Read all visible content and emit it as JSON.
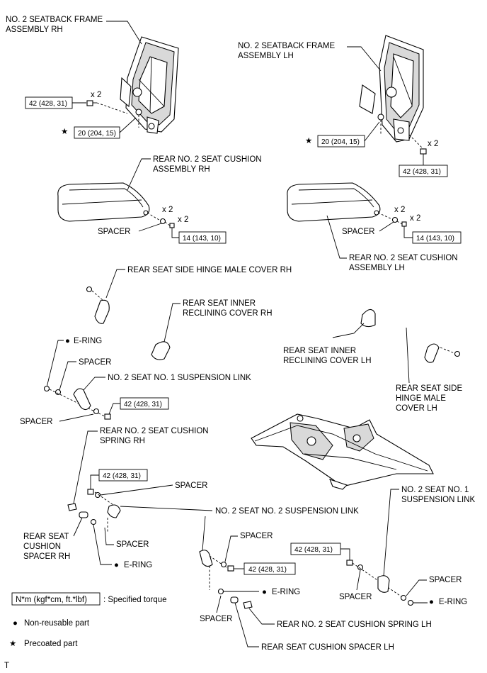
{
  "labels": {
    "seatback_rh": [
      "NO. 2 SEATBACK FRAME",
      "ASSEMBLY RH"
    ],
    "seatback_lh": [
      "NO. 2 SEATBACK FRAME",
      "ASSEMBLY LH"
    ],
    "cushion_rh": [
      "REAR NO. 2 SEAT CUSHION",
      "ASSEMBLY RH"
    ],
    "cushion_lh": [
      "REAR NO. 2 SEAT CUSHION",
      "ASSEMBLY LH"
    ],
    "hinge_male_cover_rh": "REAR SEAT SIDE HINGE MALE COVER RH",
    "inner_recl_cover_rh": [
      "REAR SEAT INNER",
      "RECLINING COVER RH"
    ],
    "inner_recl_cover_lh": [
      "REAR SEAT INNER",
      "RECLINING COVER LH"
    ],
    "hinge_male_cover_lh": [
      "REAR SEAT SIDE",
      "HINGE MALE",
      "COVER LH"
    ],
    "e_ring": "E-RING",
    "spacer": "SPACER",
    "susp_link_1": "NO. 2 SEAT NO. 1 SUSPENSION LINK",
    "susp_link_1_lh": [
      "NO. 2 SEAT NO. 1",
      "SUSPENSION LINK"
    ],
    "cushion_spring_rh": [
      "REAR NO. 2 SEAT CUSHION",
      "SPRING RH"
    ],
    "susp_link_2": "NO. 2 SEAT NO. 2 SUSPENSION LINK",
    "cushion_spacer_rh": [
      "REAR SEAT",
      "CUSHION",
      "SPACER RH"
    ],
    "cushion_spring_lh": "REAR NO. 2 SEAT CUSHION SPRING LH",
    "cushion_spacer_lh": "REAR SEAT CUSHION SPACER LH",
    "x2": "x 2"
  },
  "torques": {
    "t42": "42 (428, 31)",
    "t20": "20 (204, 15)",
    "t14": "14 (143, 10)"
  },
  "legend": {
    "torque_box": "N*m (kgf*cm, ft.*lbf)",
    "torque_text": ": Specified torque",
    "non_reusable": "Non-reusable part",
    "precoated": "Precoated part"
  },
  "symbols": {
    "bullet": "●",
    "star": "★"
  },
  "corner_mark": "T"
}
